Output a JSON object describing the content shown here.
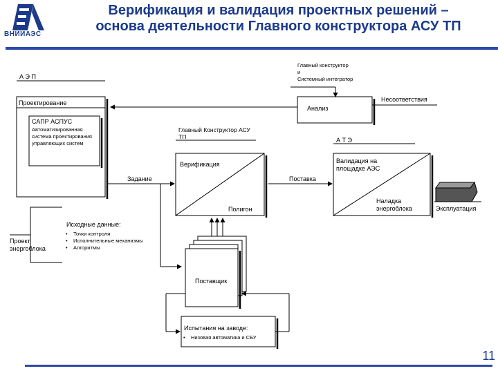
{
  "slide": {
    "title_line1": "Верификация и валидация проектных решений –",
    "title_line2": "основа деятельности Главного конструктора АСУ ТП",
    "logo_text": "ВНИИАЭС",
    "page_number": "11"
  },
  "diagram": {
    "aep_label": "А Э П",
    "proektirovanie": "Проектирование",
    "sapr_title": "САПР АСПУС",
    "sapr_desc": "Автоматизированная система проектирования управляющих систем",
    "gk_si_line1": "Главный конструктор",
    "gk_si_line2": "и",
    "gk_si_line3": "Системный интегратор",
    "nesootvetstviya": "Несоответствия",
    "analiz": "Анализ",
    "gk_asutp": "Главный Конструктор АСУ ТП",
    "ate": "А Т Э",
    "zadanie": "Задание",
    "verifikatsiya": "Верификация",
    "poligon": "Полигон",
    "postavka": "Поставка",
    "validatsiya": "Валидация на площадке АЭС",
    "naladka": "Наладка энергоблока",
    "ekspluatatsiya": "Эксплуатация",
    "iskhodnye_title": "Исходные данные:",
    "iskhodnye_items": [
      "Точки контроля",
      "Исполнительные механизмы",
      "Алгоритмы"
    ],
    "proekt_energobloka": "Проект энергоблока",
    "postavshchik": "Поставщик",
    "ispytaniya_title": "Испытания на заводе:",
    "ispytaniya_items": [
      "Низовая автоматика и СБУ"
    ]
  }
}
